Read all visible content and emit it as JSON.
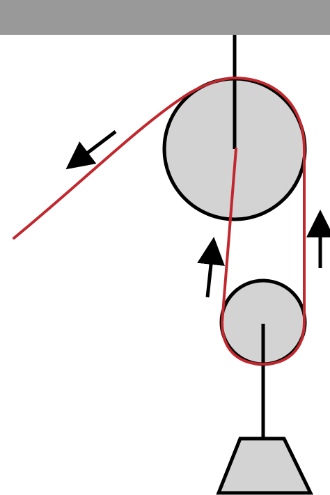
{
  "diagram": {
    "components": [
      "ceiling",
      "upper-pulley",
      "lower-pulley",
      "rope",
      "weight"
    ],
    "arrows": [
      "pull-direction-arrow",
      "rope-up-left-arrow",
      "rope-up-right-arrow"
    ]
  },
  "colors": {
    "background": "#ffffff",
    "ceiling": "#999999",
    "pulley_fill": "#d3d3d3",
    "outline": "#000000",
    "rope": "#c1272d",
    "weight_fill": "#d3d3d3"
  }
}
